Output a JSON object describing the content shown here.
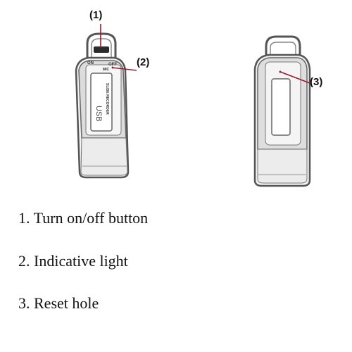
{
  "callouts": {
    "one": "(1)",
    "two": "(2)",
    "three": "(3)"
  },
  "device_labels": {
    "on": "ON",
    "off": "OFF",
    "mic": "MIC",
    "recorder": "SLIDE RECORDER",
    "usb": "USB"
  },
  "legend": [
    "1. Turn on/off button",
    "2. Indicative light",
    "3. Reset hole"
  ],
  "colors": {
    "pointer_line": "#9b1b2a",
    "outline": "#555555",
    "text": "#111111"
  }
}
